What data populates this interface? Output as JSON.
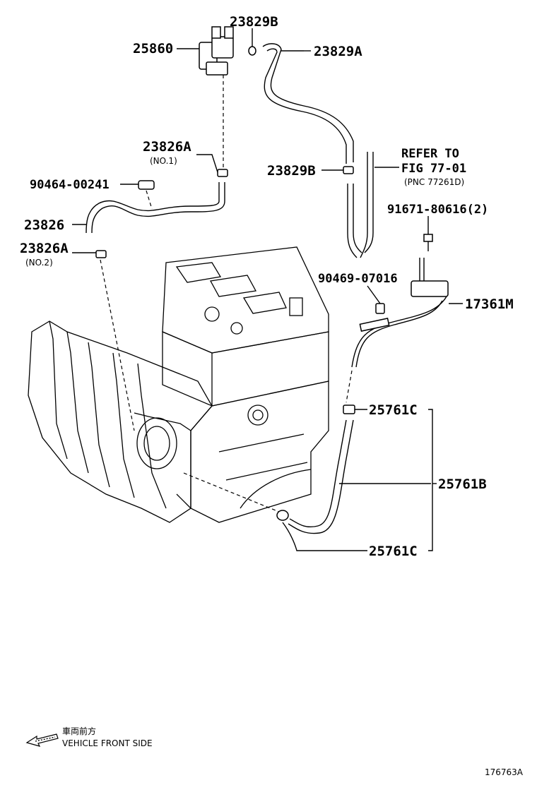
{
  "parts": {
    "p25860": "25860",
    "p23829B_top": "23829B",
    "p23829A": "23829A",
    "p23826A_no1": "23826A",
    "no1": "(NO.1)",
    "p23829B_mid": "23829B",
    "refer_line1": "REFER TO",
    "refer_line2": "FIG 77-01",
    "refer_line3": "(PNC 77261D)",
    "p90464": "90464-00241",
    "p91671": "91671-80616(2)",
    "p23826": "23826",
    "p23826A_no2": "23826A",
    "no2": "(NO.2)",
    "p90469": "90469-07016",
    "p17361M": "17361M",
    "p25761C_top": "25761C",
    "p25761B": "25761B",
    "p25761C_bottom": "25761C"
  },
  "footer": {
    "front_jp": "車両前方",
    "front_en": "VEHICLE FRONT SIDE",
    "figure_code": "176763A"
  }
}
